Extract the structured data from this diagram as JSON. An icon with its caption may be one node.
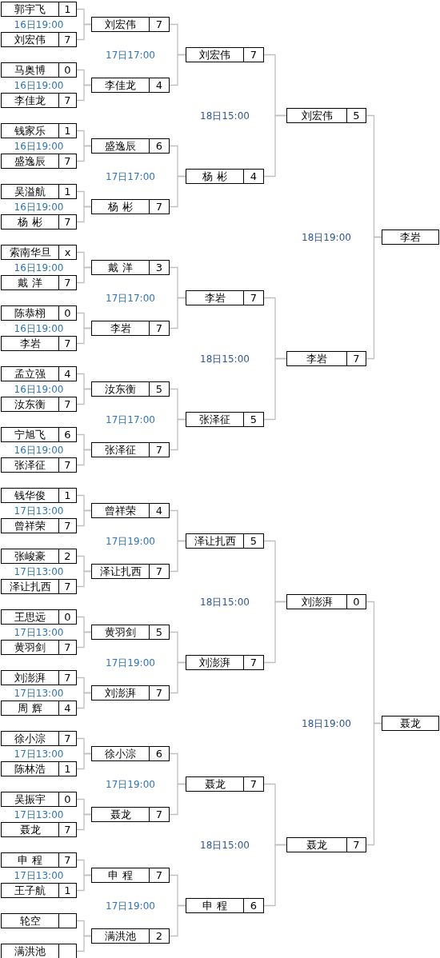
{
  "diagram": {
    "nodes": [
      {
        "text": [
          "郭宇飞",
          "1"
        ]
      },
      {
        "text": [
          "刘宏伟",
          "7"
        ]
      },
      {
        "text": [
          "马奥博",
          "0"
        ]
      },
      {
        "text": [
          "李佳龙",
          "7"
        ]
      },
      {
        "text": [
          "钱家乐",
          "1"
        ]
      },
      {
        "text": [
          "盛逸辰",
          "7"
        ]
      },
      {
        "text": [
          "吴溢航",
          "1"
        ]
      },
      {
        "text": [
          "杨 彬",
          "7"
        ]
      },
      {
        "text": [
          "索南华旦",
          "x"
        ]
      },
      {
        "text": [
          "戴 洋",
          "7"
        ]
      },
      {
        "text": [
          "陈恭栩",
          "0"
        ]
      },
      {
        "text": [
          "李岩",
          "7"
        ]
      },
      {
        "text": [
          "孟立强",
          "4"
        ]
      },
      {
        "text": [
          "汝东衡",
          "7"
        ]
      },
      {
        "text": [
          "宁旭飞",
          "6"
        ]
      },
      {
        "text": [
          "张泽征",
          "7"
        ]
      },
      {
        "text": [
          "钱华俊",
          "1"
        ]
      },
      {
        "text": [
          "曾祥荣",
          "7"
        ]
      },
      {
        "text": [
          "张峻豪",
          "2"
        ]
      },
      {
        "text": [
          "泽让扎西",
          "7"
        ]
      },
      {
        "text": [
          "王思远",
          "0"
        ]
      },
      {
        "text": [
          "黄羽剑",
          "7"
        ]
      },
      {
        "text": [
          "刘澎湃",
          "7"
        ]
      },
      {
        "text": [
          "周 辉",
          "4"
        ]
      },
      {
        "text": [
          "徐小淙",
          "7"
        ]
      },
      {
        "text": [
          "陈林浩",
          "1"
        ]
      },
      {
        "text": [
          "吴振宇",
          "0"
        ]
      },
      {
        "text": [
          "聂龙",
          "7"
        ]
      },
      {
        "text": [
          "申 程",
          "7"
        ]
      },
      {
        "text": [
          "王子航",
          "1"
        ]
      },
      {
        "text": [
          "轮空"
        ]
      },
      {
        "text": [
          "满洪池"
        ]
      },
      {
        "text": [
          "刘宏伟",
          "7"
        ]
      },
      {
        "text": [
          "李佳龙",
          "4"
        ]
      },
      {
        "text": [
          "盛逸辰",
          "6"
        ]
      },
      {
        "text": [
          "杨 彬",
          "7"
        ]
      },
      {
        "text": [
          "戴 洋",
          "3"
        ]
      },
      {
        "text": [
          "李岩",
          "7"
        ]
      },
      {
        "text": [
          "汝东衡",
          "5"
        ]
      },
      {
        "text": [
          "张泽征",
          "7"
        ]
      },
      {
        "text": [
          "曾祥荣",
          "4"
        ]
      },
      {
        "text": [
          "泽让扎西",
          "7"
        ]
      },
      {
        "text": [
          "黄羽剑",
          "5"
        ]
      },
      {
        "text": [
          "刘澎湃",
          "7"
        ]
      },
      {
        "text": [
          "徐小淙",
          "6"
        ]
      },
      {
        "text": [
          "聂龙",
          "7"
        ]
      },
      {
        "text": [
          "申 程",
          "7"
        ]
      },
      {
        "text": [
          "满洪池",
          "2"
        ]
      },
      {
        "text": [
          "刘宏伟",
          "7"
        ]
      },
      {
        "text": [
          "杨 彬",
          "4"
        ]
      },
      {
        "text": [
          "李岩",
          "7"
        ]
      },
      {
        "text": [
          "张泽征",
          "5"
        ]
      },
      {
        "text": [
          "泽让扎西",
          "5"
        ]
      },
      {
        "text": [
          "刘澎湃",
          "7"
        ]
      },
      {
        "text": [
          "聂龙",
          "7"
        ]
      },
      {
        "text": [
          "申 程",
          "6"
        ]
      },
      {
        "text": [
          "刘宏伟",
          "5"
        ]
      },
      {
        "text": [
          "李岩",
          "7"
        ]
      },
      {
        "text": [
          "刘澎湃",
          "0"
        ]
      },
      {
        "text": [
          "聂龙",
          "7"
        ]
      },
      {
        "text": [
          "李岩"
        ]
      },
      {
        "text": [
          "聂龙"
        ]
      }
    ],
    "edges": [
      {
        "from": 0,
        "to": 32,
        "arrow": "none"
      },
      {
        "from": 1,
        "to": 32,
        "arrow": "none"
      },
      {
        "from": 2,
        "to": 33,
        "arrow": "none"
      },
      {
        "from": 3,
        "to": 33,
        "arrow": "none"
      },
      {
        "from": 4,
        "to": 34,
        "arrow": "none"
      },
      {
        "from": 5,
        "to": 34,
        "arrow": "none"
      },
      {
        "from": 6,
        "to": 35,
        "arrow": "none"
      },
      {
        "from": 7,
        "to": 35,
        "arrow": "none"
      },
      {
        "from": 8,
        "to": 36,
        "arrow": "none"
      },
      {
        "from": 9,
        "to": 36,
        "arrow": "none"
      },
      {
        "from": 10,
        "to": 37,
        "arrow": "none"
      },
      {
        "from": 11,
        "to": 37,
        "arrow": "none"
      },
      {
        "from": 12,
        "to": 38,
        "arrow": "none"
      },
      {
        "from": 13,
        "to": 38,
        "arrow": "none"
      },
      {
        "from": 14,
        "to": 39,
        "arrow": "none"
      },
      {
        "from": 15,
        "to": 39,
        "arrow": "none"
      },
      {
        "from": 16,
        "to": 40,
        "arrow": "none"
      },
      {
        "from": 17,
        "to": 40,
        "arrow": "none"
      },
      {
        "from": 18,
        "to": 41,
        "arrow": "none"
      },
      {
        "from": 19,
        "to": 41,
        "arrow": "none"
      },
      {
        "from": 20,
        "to": 42,
        "arrow": "none"
      },
      {
        "from": 21,
        "to": 42,
        "arrow": "none"
      },
      {
        "from": 22,
        "to": 43,
        "arrow": "none"
      },
      {
        "from": 23,
        "to": 43,
        "arrow": "none"
      },
      {
        "from": 24,
        "to": 44,
        "arrow": "none"
      },
      {
        "from": 25,
        "to": 44,
        "arrow": "none"
      },
      {
        "from": 26,
        "to": 45,
        "arrow": "none"
      },
      {
        "from": 27,
        "to": 45,
        "arrow": "none"
      },
      {
        "from": 28,
        "to": 46,
        "arrow": "none"
      },
      {
        "from": 29,
        "to": 46,
        "arrow": "none"
      },
      {
        "from": 30,
        "to": 47,
        "arrow": "none"
      },
      {
        "from": 31,
        "to": 47,
        "arrow": "none"
      },
      {
        "from": 32,
        "to": 48,
        "arrow": "none"
      },
      {
        "from": 33,
        "to": 48,
        "arrow": "none"
      },
      {
        "from": 34,
        "to": 49,
        "arrow": "none"
      },
      {
        "from": 35,
        "to": 49,
        "arrow": "none"
      },
      {
        "from": 36,
        "to": 50,
        "arrow": "none"
      },
      {
        "from": 37,
        "to": 50,
        "arrow": "none"
      },
      {
        "from": 38,
        "to": 51,
        "arrow": "none"
      },
      {
        "from": 39,
        "to": 51,
        "arrow": "none"
      },
      {
        "from": 40,
        "to": 52,
        "arrow": "none"
      },
      {
        "from": 41,
        "to": 52,
        "arrow": "none"
      },
      {
        "from": 42,
        "to": 53,
        "arrow": "none"
      },
      {
        "from": 43,
        "to": 53,
        "arrow": "none"
      },
      {
        "from": 44,
        "to": 54,
        "arrow": "none"
      },
      {
        "from": 45,
        "to": 54,
        "arrow": "none"
      },
      {
        "from": 46,
        "to": 55,
        "arrow": "none"
      },
      {
        "from": 47,
        "to": 55,
        "arrow": "none"
      },
      {
        "from": 48,
        "to": 56,
        "arrow": "none"
      },
      {
        "from": 49,
        "to": 56,
        "arrow": "none"
      },
      {
        "from": 50,
        "to": 57,
        "arrow": "none"
      },
      {
        "from": 51,
        "to": 57,
        "arrow": "none"
      },
      {
        "from": 52,
        "to": 58,
        "arrow": "none"
      },
      {
        "from": 53,
        "to": 58,
        "arrow": "none"
      },
      {
        "from": 54,
        "to": 59,
        "arrow": "none"
      },
      {
        "from": 55,
        "to": 59,
        "arrow": "none"
      },
      {
        "from": 56,
        "to": 60,
        "arrow": "none"
      },
      {
        "from": 57,
        "to": 60,
        "arrow": "none"
      },
      {
        "from": 58,
        "to": 61,
        "arrow": "none"
      },
      {
        "from": 59,
        "to": 61,
        "arrow": "none"
      }
    ],
    "labels": [
      "16日19:00",
      "17日17:00",
      "16日19:00",
      "18日15:00",
      "16日19:00",
      "17日17:00",
      "16日19:00",
      "18日19:00",
      "16日19:00",
      "17日17:00",
      "16日19:00",
      "18日15:00",
      "16日19:00",
      "17日17:00",
      "16日19:00",
      "17日13:00",
      "17日19:00",
      "17日13:00",
      "18日15:00",
      "17日13:00",
      "17日19:00",
      "17日13:00",
      "18日19:00",
      "17日13:00",
      "17日19:00",
      "17日13:00",
      "18日15:00",
      "17日13:00",
      "17日19:00"
    ]
  }
}
